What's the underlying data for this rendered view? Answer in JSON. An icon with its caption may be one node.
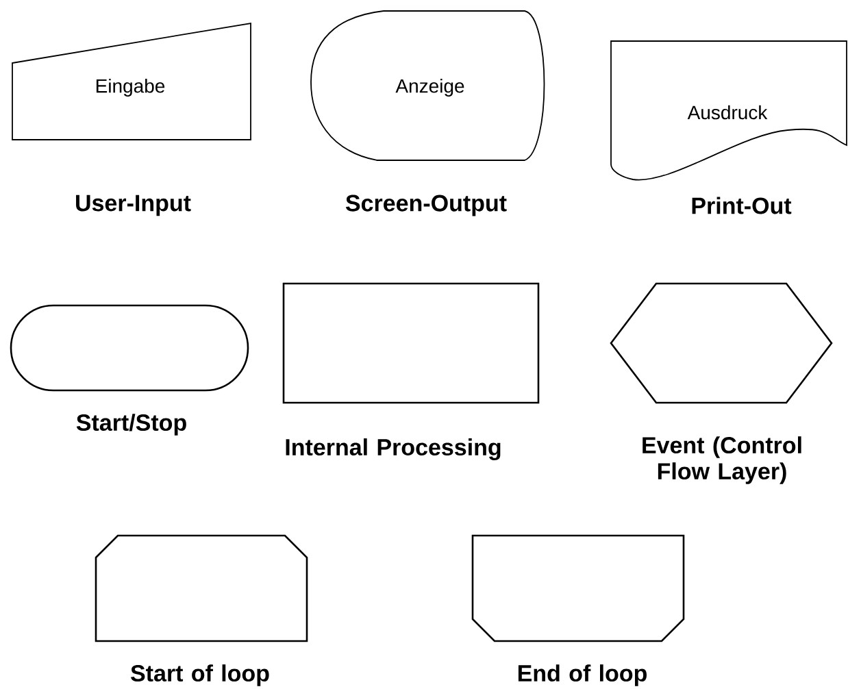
{
  "diagram": {
    "nodes": [
      {
        "text": [
          "Eingabe"
        ],
        "beside": [
          "User-Input"
        ]
      },
      {
        "text": [
          "Anzeige"
        ],
        "beside": [
          "Screen-Output"
        ]
      },
      {
        "text": [
          "Ausdruck"
        ],
        "beside": [
          "Print-Out"
        ]
      },
      {
        "text": [],
        "shape": "stadium",
        "beside": [
          "Start/Stop"
        ]
      },
      {
        "text": [],
        "shape": "box",
        "beside": [
          "Internal Processing"
        ]
      },
      {
        "text": [],
        "shape": "hexagon",
        "beside": [
          "Event (Control Flow Layer)"
        ]
      },
      {
        "text": [],
        "shape": "box",
        "beside": [
          "Start of loop"
        ]
      },
      {
        "text": [],
        "shape": "box",
        "beside": [
          "End of loop"
        ]
      }
    ]
  }
}
